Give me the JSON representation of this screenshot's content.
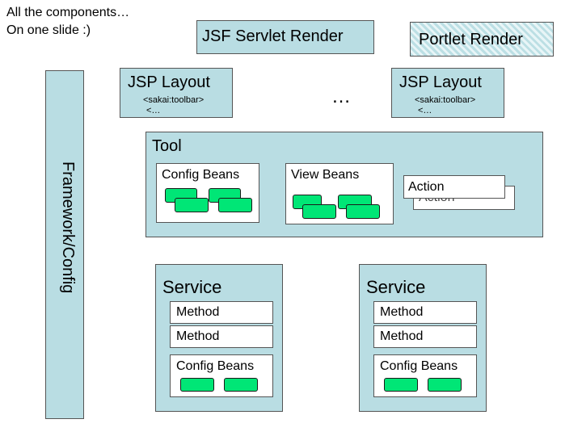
{
  "colors": {
    "teal": "#b9dde3",
    "bean": "#00e676",
    "border": "#555555"
  },
  "caption": {
    "line1": "All the components…",
    "line2": "On one slide :)"
  },
  "jsf_render": "JSF Servlet Render",
  "portlet_render": "Portlet Render",
  "framework": "Framework/Config",
  "jsp_left": {
    "title": "JSP Layout",
    "line1": "<sakai:toolbar>",
    "line2": "<…"
  },
  "jsp_right": {
    "title": "JSP Layout",
    "line1": "<sakai:toolbar>",
    "line2": "<…"
  },
  "ellipsis": "…",
  "tool": {
    "title": "Tool",
    "config_beans": "Config Beans",
    "view_beans": "View Beans",
    "action_front": "Action",
    "action_back": "Action"
  },
  "service_left": {
    "title": "Service",
    "method1": "Method",
    "method2": "Method",
    "config_beans": "Config Beans"
  },
  "service_right": {
    "title": "Service",
    "method1": "Method",
    "method2": "Method",
    "config_beans": "Config Beans"
  }
}
